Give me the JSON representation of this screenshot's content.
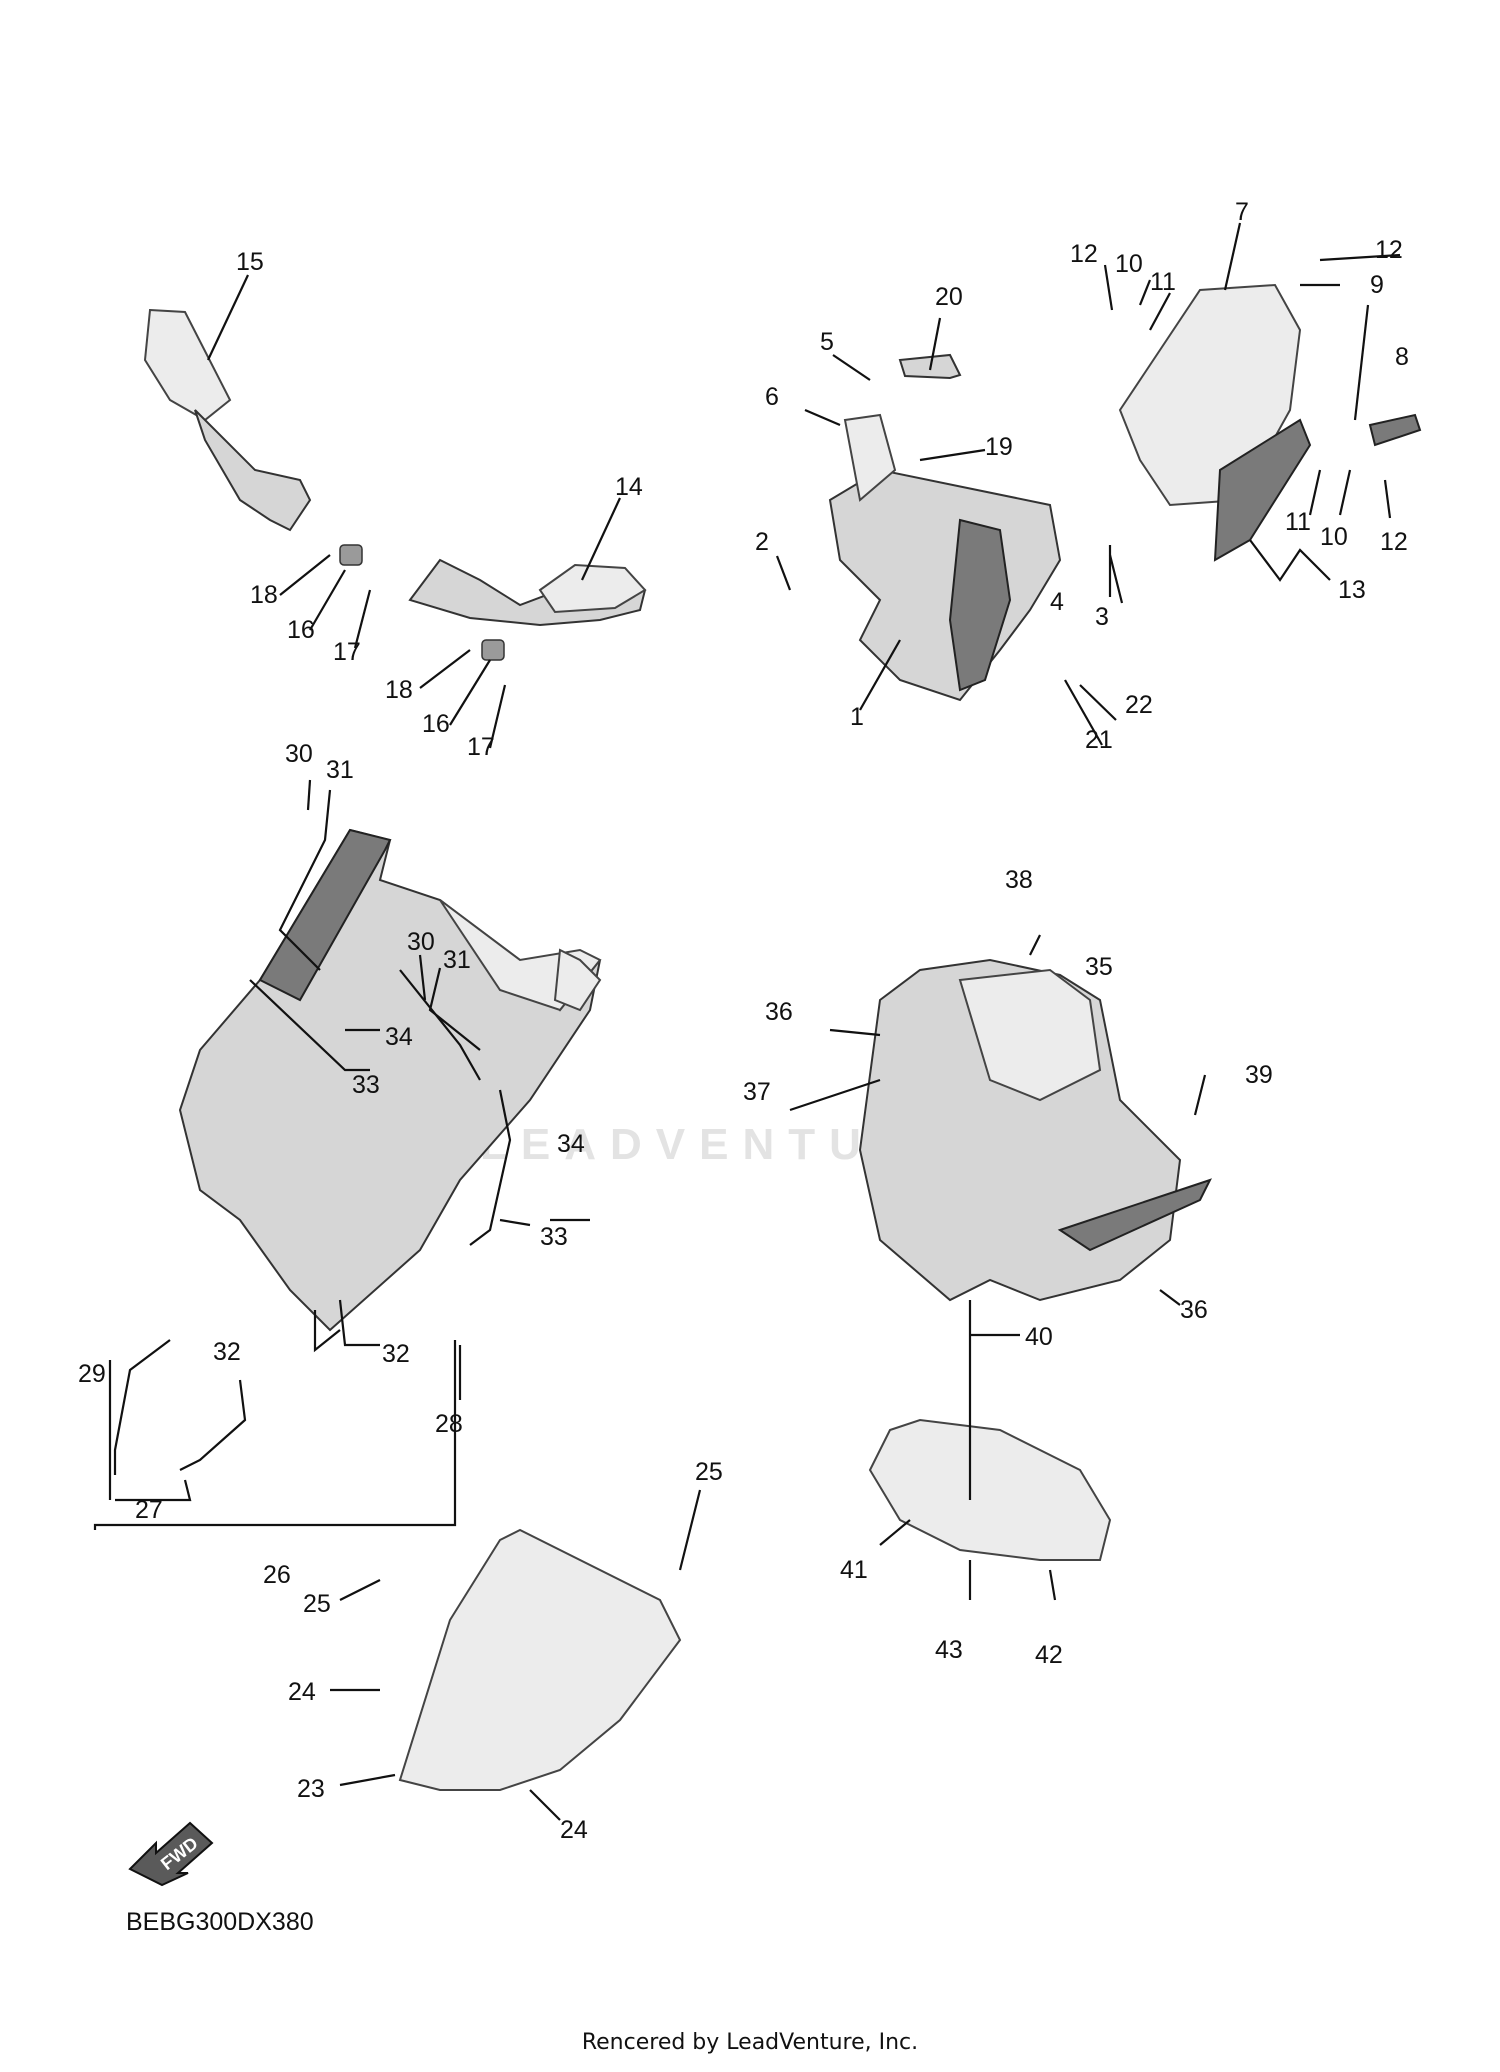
{
  "diagram": {
    "code": "BEBG300DX380",
    "watermark": "LEADVENTURE",
    "fwd_label": "FWD",
    "credit": "Rencered by LeadVenture, Inc."
  },
  "callouts": [
    {
      "id": "c1",
      "label": "1"
    },
    {
      "id": "c2",
      "label": "2"
    },
    {
      "id": "c3",
      "label": "3"
    },
    {
      "id": "c4",
      "label": "4"
    },
    {
      "id": "c5",
      "label": "5"
    },
    {
      "id": "c6",
      "label": "6"
    },
    {
      "id": "c7",
      "label": "7"
    },
    {
      "id": "c8",
      "label": "8"
    },
    {
      "id": "c9",
      "label": "9"
    },
    {
      "id": "c10a",
      "label": "10"
    },
    {
      "id": "c10b",
      "label": "10"
    },
    {
      "id": "c11a",
      "label": "11"
    },
    {
      "id": "c11b",
      "label": "11"
    },
    {
      "id": "c12a",
      "label": "12"
    },
    {
      "id": "c12b",
      "label": "12"
    },
    {
      "id": "c12c",
      "label": "12"
    },
    {
      "id": "c13",
      "label": "13"
    },
    {
      "id": "c14",
      "label": "14"
    },
    {
      "id": "c15",
      "label": "15"
    },
    {
      "id": "c16a",
      "label": "16"
    },
    {
      "id": "c16b",
      "label": "16"
    },
    {
      "id": "c17a",
      "label": "17"
    },
    {
      "id": "c17b",
      "label": "17"
    },
    {
      "id": "c18a",
      "label": "18"
    },
    {
      "id": "c18b",
      "label": "18"
    },
    {
      "id": "c19",
      "label": "19"
    },
    {
      "id": "c20",
      "label": "20"
    },
    {
      "id": "c21",
      "label": "21"
    },
    {
      "id": "c22",
      "label": "22"
    },
    {
      "id": "c23",
      "label": "23"
    },
    {
      "id": "c24a",
      "label": "24"
    },
    {
      "id": "c24b",
      "label": "24"
    },
    {
      "id": "c25a",
      "label": "25"
    },
    {
      "id": "c25b",
      "label": "25"
    },
    {
      "id": "c26",
      "label": "26"
    },
    {
      "id": "c27",
      "label": "27"
    },
    {
      "id": "c28",
      "label": "28"
    },
    {
      "id": "c29",
      "label": "29"
    },
    {
      "id": "c30a",
      "label": "30"
    },
    {
      "id": "c30b",
      "label": "30"
    },
    {
      "id": "c31a",
      "label": "31"
    },
    {
      "id": "c31b",
      "label": "31"
    },
    {
      "id": "c32a",
      "label": "32"
    },
    {
      "id": "c32b",
      "label": "32"
    },
    {
      "id": "c33a",
      "label": "33"
    },
    {
      "id": "c33b",
      "label": "33"
    },
    {
      "id": "c34a",
      "label": "34"
    },
    {
      "id": "c34b",
      "label": "34"
    },
    {
      "id": "c35",
      "label": "35"
    },
    {
      "id": "c36a",
      "label": "36"
    },
    {
      "id": "c36b",
      "label": "36"
    },
    {
      "id": "c37",
      "label": "37"
    },
    {
      "id": "c38",
      "label": "38"
    },
    {
      "id": "c39",
      "label": "39"
    },
    {
      "id": "c40",
      "label": "40"
    },
    {
      "id": "c41",
      "label": "41"
    },
    {
      "id": "c42",
      "label": "42"
    },
    {
      "id": "c43",
      "label": "43"
    }
  ]
}
